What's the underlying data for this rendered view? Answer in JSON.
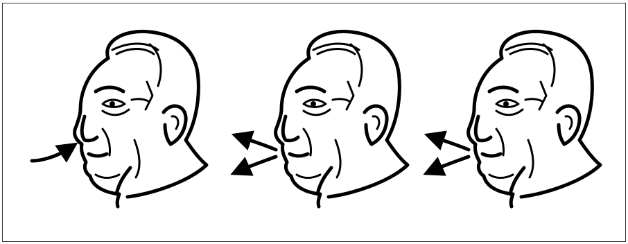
{
  "figure": {
    "panels": [
      {
        "airflow": "inhale",
        "arrow_count": 1
      },
      {
        "airflow": "exhale",
        "arrow_count": 2
      },
      {
        "airflow": "exhale",
        "arrow_count": 2
      }
    ],
    "colors": {
      "ink": "#000000",
      "background": "#ffffff",
      "frame": "#333333"
    },
    "icons": [
      "head-profile-icon",
      "arrow-in-icon",
      "arrow-out-icon"
    ]
  }
}
